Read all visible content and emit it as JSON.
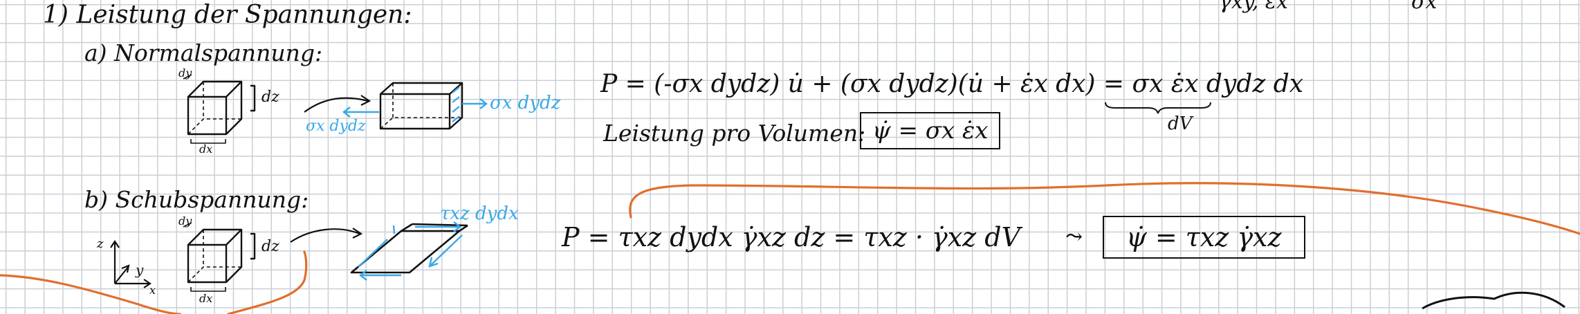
{
  "colors": {
    "ink": "#111111",
    "blue": "#3aa8e6",
    "orange": "#e06f2c",
    "grid": "#c9cfd4"
  },
  "top_fragments": {
    "left": "γxy, εx",
    "right": "σx"
  },
  "heading": "1)  Leistung der Spannungen:",
  "normal": {
    "label": "a) Normalspannung:",
    "dim_dy": "dy",
    "dim_dz": "dz",
    "dim_dx": "dx",
    "force_left": "σx dydz",
    "force_right": "σx dydz",
    "equation": "P = (-σx dydz) u̇ + (σx dydz)(u̇ + ε̇x dx) = σx ε̇x dydz dx",
    "dv": "dV",
    "per_volume": "Leistung pro Volumen:",
    "result": "ψ̇ = σx ε̇x"
  },
  "shear": {
    "label": "b) Schubspannung:",
    "axis_z": "z",
    "axis_y": "y",
    "axis_x": "x",
    "dim_dy": "dy",
    "dim_dz": "dz",
    "dim_dx": "dx",
    "force": "τxz dydx",
    "equation": "P = τxz dydx γ̇xz dz = τxz · γ̇xz dV",
    "arrow": "⤳",
    "result": "ψ̇ = τxz γ̇xz"
  }
}
